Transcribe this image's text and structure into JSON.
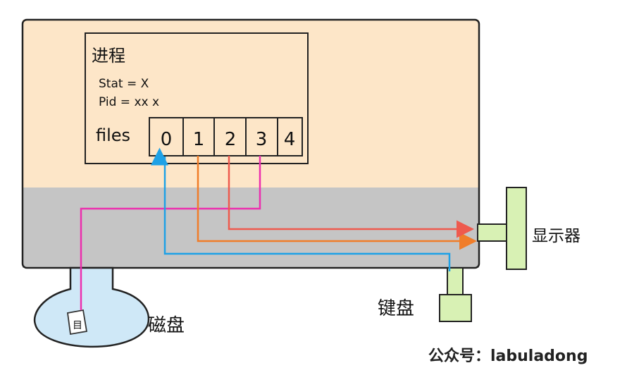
{
  "process": {
    "title": "进程",
    "stat": "Stat = X",
    "pid": "Pid = xx x",
    "files_label": "files",
    "fds": [
      "0",
      "1",
      "2",
      "3",
      "4"
    ]
  },
  "devices": {
    "disk": "磁盘",
    "keyboard": "键盘",
    "monitor": "显示器",
    "file_glyph": "目"
  },
  "watermark": "公众号：labuladong",
  "colors": {
    "user_space": "#fde6c8",
    "kernel_space": "#c5c5c5",
    "disk_fill": "#cfe8f7",
    "device_fill": "#d8f1b4",
    "stdin_line": "#1ea1e6",
    "stdout_line": "#f07d2a",
    "stderr_line": "#ee5a4e",
    "file_line": "#ec2fae"
  }
}
